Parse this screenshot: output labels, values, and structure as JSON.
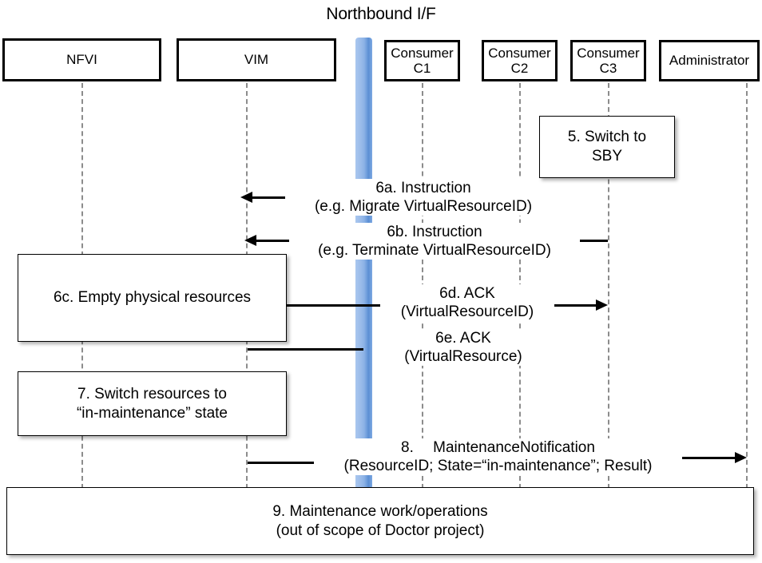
{
  "diagram": {
    "title": "Northbound I/F",
    "type": "uml-sequence-diagram"
  },
  "actors": [
    {
      "id": "nfvi",
      "label_line1": "NFVI",
      "label_line2": ""
    },
    {
      "id": "vim",
      "label_line1": "VIM",
      "label_line2": ""
    },
    {
      "id": "c1",
      "label_line1": "Consumer",
      "label_line2": "C1"
    },
    {
      "id": "c2",
      "label_line1": "Consumer",
      "label_line2": "C2"
    },
    {
      "id": "c3",
      "label_line1": "Consumer",
      "label_line2": "C3"
    },
    {
      "id": "admin",
      "label_line1": "Administrator",
      "label_line2": ""
    }
  ],
  "interface_bar": {
    "name": "Northbound I/F",
    "color_light": "#a9c7ef",
    "color_dark": "#5b8fd4"
  },
  "process_boxes": [
    {
      "id": "step5",
      "line1": "5. Switch to",
      "line2": "SBY"
    },
    {
      "id": "step6c",
      "line1": "6c. Empty physical resources",
      "line2": ""
    },
    {
      "id": "step7",
      "line1": "7. Switch resources to",
      "line2": "“in-maintenance” state"
    },
    {
      "id": "step9",
      "line1": "9. Maintenance work/operations",
      "line2": "(out of scope of Doctor project)"
    }
  ],
  "messages": [
    {
      "id": "6a",
      "line1": "6a. Instruction",
      "line2": "(e.g. Migrate VirtualResourceID)",
      "from": "Consumer C2",
      "to": "VIM",
      "direction": "left"
    },
    {
      "id": "6b",
      "line1": "6b. Instruction",
      "line2": "(e.g. Terminate VirtualResourceID)",
      "from": "Consumer C3",
      "to": "VIM",
      "direction": "left"
    },
    {
      "id": "6d",
      "line1": "6d. ACK",
      "line2": "(VirtualResourceID)",
      "from": "VIM",
      "to": "Consumer C3",
      "direction": "right"
    },
    {
      "id": "6e",
      "line1": "6e. ACK",
      "line2": "(VirtualResource)",
      "from": "VIM",
      "to": "Consumer C2",
      "direction": "right"
    },
    {
      "id": "8",
      "line1": "8.  MaintenanceNotification",
      "line2": "(ResourceID; State=“in-maintenance”; Result)",
      "from": "VIM",
      "to": "Administrator",
      "direction": "right"
    }
  ]
}
